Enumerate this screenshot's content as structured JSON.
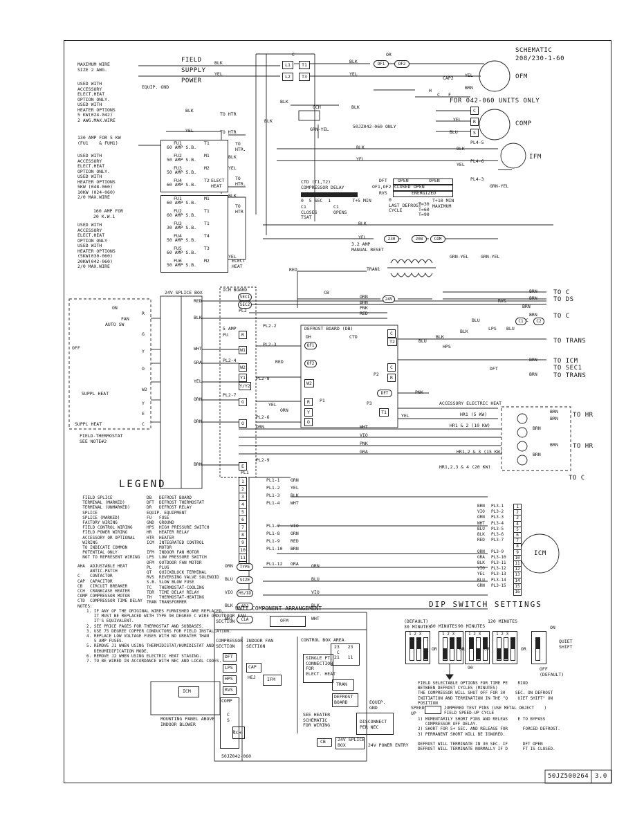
{
  "title_block": {
    "schematic_title": "SCHEMATIC",
    "schematic_sub": "208/230-1-60",
    "drawing_number": "50JZ500264",
    "revision": "3.0"
  },
  "field_supply": {
    "max_wire": "MAXIMUM WIRE\nSIZE 2 AWG.",
    "field": "FIELD",
    "supply": "SUPPLY",
    "power": "POWER",
    "blk": "BLK",
    "yel": "YEL",
    "equip_gnd": "EQUIP. GND",
    "elect_heat_note": "USED WITH\nACCESSORY\nELECT.HEAT\nOPTION ONLY.\nUSED WITH\nHEATER OPTIONS\n5 KW(024-042)\n2 AWG.MAX.WIRE",
    "to_htr_1": "TO HTR",
    "to_htr_2": "TO HTR",
    "amp_130": "130 AMP FOR 5 KW\n(FU1    & FUM1)"
  },
  "fuse_groups": [
    {
      "rows": [
        {
          "id": "FU1",
          "term": "T1",
          "rating": "60 AMP S.B."
        },
        {
          "id": "FU2",
          "term": "M1",
          "rating": "50 AMP S.B."
        },
        {
          "id": "FU3",
          "term": "M2",
          "rating": "50 AMP S.B."
        },
        {
          "id": "FU4",
          "term": "T2",
          "rating": "60 AMP S.B."
        }
      ],
      "to_htr": "TO\nHTR.",
      "to_htr2": "TO\nHTR.",
      "elect_heat": "ELECT\nHEAT"
    },
    {
      "rows": [
        {
          "id": "FU1",
          "term": "M1",
          "rating": "60 AMP S.B."
        },
        {
          "id": "FU2",
          "term": "T1",
          "rating": "60 AMP S.B."
        },
        {
          "id": "FU3",
          "term": "T1",
          "rating": "30 AMP S.B."
        },
        {
          "id": "FU4",
          "term": "T4",
          "rating": "50 AMP S.B."
        },
        {
          "id": "FU5",
          "term": "T3",
          "rating": "60 AMP S.B."
        },
        {
          "id": "FU6",
          "term": "M2",
          "rating": "50 AMP S.B."
        }
      ],
      "to_htr": "TO\nHTR",
      "elect_heat": "ELECT\nHEAT"
    }
  ],
  "left_notes": {
    "accessory_note": "USED WITH\nACCESSORY\nELECT.HEAT\nOPTION ONLY.\nUSED WITH\nHEATER OPTIONS\n5KW (048-060)\n10KW (024-060)\n2/0 MAX.WIRE",
    "amp_160": "160 AMP FOR\n20 K.W.1",
    "accessory_note2": "USED WITH\nACCESSORY\nELECT.HEAT\nOPTION ONLY\nUSED WITH\nHEATER OPTIONS\n(5KW(030-060)\n20KW(042-060)\n2/0 MAX.WIRE"
  },
  "top_right": {
    "c_label": "C",
    "l1": "L1",
    "l2": "L2",
    "t1": "T1",
    "t3": "T3",
    "or_label": "OR",
    "of1": "OF1",
    "of2": "OF2",
    "blk": "BLK",
    "yel": "YEL",
    "cap2": "CAP2",
    "yel2": "YEL",
    "brn": "BRN",
    "ofm": "OFM",
    "h": "H",
    "c": "C",
    "f": "F",
    "for_units": "FOR 042-060 UNITS ONLY",
    "comp": "COMP",
    "blu": "BLU",
    "s": "S",
    "r": "R",
    "cch": "CCH",
    "grn_yel": "GRN-YEL",
    "cch_note": "50JZ042-060 ONLY",
    "pl4_5": "PL4-5",
    "pl4_6": "PL4-6",
    "pl4_3": "PL4-3",
    "ifm": "IFM",
    "grn_yel2": "GRN-YEL"
  },
  "timers": {
    "ctd_title": "CTD (T1,T2)\nCOMPRESSOR DELAY",
    "ctd_scale": "0  5 SEC  1        T+5 MIN",
    "ctd_labels": "C1          C1\nCLOSES      OPENS\nTSAT",
    "dft": "DFT",
    "of1_of2": "OF1,OF2",
    "rvs": "RVS",
    "open": "OPEN",
    "closed": "CLOSED",
    "energized": "ENERGIZED",
    "last_defrost": "0\nLAST DEFROST\nCYCLE",
    "t_labels": "T=30\nT=60\nT=90",
    "t_max": "T+10 MIN\nMAXIMUM"
  },
  "transformer": {
    "amp_reset": "3.2 AMP\nMANUAL RESET",
    "tran1": "TRAN1",
    "t230": "230",
    "t208": "208",
    "com": "COM",
    "t24v": "24V",
    "red": "RED",
    "orn": "ORN",
    "cb": "CB",
    "grn_yel_a": "GRN-YEL",
    "grn_yel_b": "GRN-YEL"
  },
  "right_labels": [
    "TO C",
    "TO DS",
    "TO C",
    "TO TRANS",
    "TO ICM",
    "TO SEC1",
    "TO TRANS"
  ],
  "thermostat": {
    "label": "FIELD-THERMOSTAT\nSEE NOTE#2",
    "fan": "FAN",
    "auto_sw": "AUTO SW",
    "on": "ON",
    "off": "OFF",
    "suppl_heat": "SUPPL HEAT",
    "splice_box": "24V SPLICE BOX",
    "terms": [
      "R",
      "G",
      "Y",
      "O",
      "W2",
      "Y",
      "E",
      "C"
    ]
  },
  "icm_board": {
    "title": "ICM BOARD",
    "amp5": "5 AMP",
    "fu": "FU",
    "terms": [
      "SEC1",
      "SEC2",
      "R",
      "W1",
      "W2",
      "Y1",
      "Y/Y2",
      "G",
      "O",
      "E"
    ],
    "pl_labels": [
      "PL2",
      "PL2-2",
      "PL2-3",
      "PL2-4",
      "PL2-8",
      "PL2-7",
      "PL2-6",
      "PL2-9"
    ]
  },
  "defrost_board": {
    "title": "DEFROST BOARD (DB)",
    "dh": "DH",
    "ctd": "CTD",
    "of1": "OF1",
    "of2": "OF2",
    "p1": "P1",
    "p2": "P2",
    "p3": "P3",
    "dft": "DFT",
    "terms": [
      "C",
      "T2",
      "T1",
      "C",
      "R",
      "W2",
      "Y",
      "O",
      "R"
    ]
  },
  "sensors": {
    "rvs": "RVS",
    "brn": "BRN",
    "blu": "BLU",
    "lps": "LPS",
    "hps": "HPS",
    "blk": "BLK",
    "c1": "C1",
    "c2": "C2",
    "c": "C",
    "dft": "DFT",
    "pnk": "PNK"
  },
  "heaters": {
    "title": "ACCESSORY ELECTRIC HEAT",
    "hr1": "HR1 (5 KW)",
    "hr12": "HR1 & 2 (10 KW)",
    "hr123": "HR1,2 & 3 (15 KW)",
    "hr1234": "HR1,2,3 & 4 (20 KW)",
    "to_hr": "TO HR",
    "brn": "BRN",
    "to_c": "TO C"
  },
  "wire_colors": {
    "wht": "WHT",
    "vio": "VIO",
    "pnk": "PNK",
    "gra": "GRA",
    "red": "RED",
    "yel": "YEL",
    "orn": "ORN",
    "brn": "BRN",
    "blk": "BLK",
    "blu": "BLU",
    "grn": "GRN"
  },
  "pl1": {
    "title": "PL1",
    "rows": [
      {
        "pin": "1",
        "from": "PL1-1",
        "color": "GRN"
      },
      {
        "pin": "2",
        "from": "PL1-2",
        "color": "YEL"
      },
      {
        "pin": "3",
        "from": "PL1-3",
        "color": "BLK"
      },
      {
        "pin": "4",
        "from": "PL1-4",
        "color": "WHT"
      },
      {
        "pin": "5",
        "from": "",
        "color": ""
      },
      {
        "pin": "6",
        "from": "",
        "color": ""
      },
      {
        "pin": "7",
        "from": "PL1-7",
        "color": "VIO"
      },
      {
        "pin": "8",
        "from": "PL1-8",
        "color": "ORN"
      },
      {
        "pin": "9",
        "from": "PL1-9",
        "color": "RED"
      },
      {
        "pin": "10",
        "from": "PL1-10",
        "color": "BRN"
      },
      {
        "pin": "11",
        "from": "",
        "color": ""
      },
      {
        "pin": "12",
        "from": "PL1-12",
        "color": "GRA"
      }
    ]
  },
  "pl3": {
    "rows": [
      {
        "color": "BRN",
        "pl": "PL3-1",
        "pin": "1"
      },
      {
        "color": "VIO",
        "pl": "PL3-2",
        "pin": "2"
      },
      {
        "color": "ORN",
        "pl": "PL3-3",
        "pin": "3"
      },
      {
        "color": "WHT",
        "pl": "PL3-4",
        "pin": "4"
      },
      {
        "color": "BLU",
        "pl": "PL3-5",
        "pin": "5"
      },
      {
        "color": "BLK",
        "pl": "PL3-6",
        "pin": "6"
      },
      {
        "color": "RED",
        "pl": "PL3-7",
        "pin": "7"
      },
      {
        "color": "",
        "pl": "",
        "pin": "8"
      },
      {
        "color": "ORN",
        "pl": "PL3-9",
        "pin": "9"
      },
      {
        "color": "GRA",
        "pl": "PL3-10",
        "pin": "10"
      },
      {
        "color": "BLK",
        "pl": "PL3-11",
        "pin": "11"
      },
      {
        "color": "VIO",
        "pl": "PL3-12",
        "pin": "12"
      },
      {
        "color": "YEL",
        "pl": "PL3-13",
        "pin": "13"
      },
      {
        "color": "BLU",
        "pl": "PL3-14",
        "pin": "14"
      },
      {
        "color": "GRN",
        "pl": "PL3-15",
        "pin": "15"
      },
      {
        "color": "",
        "pl": "",
        "pin": "16"
      }
    ],
    "icm": "ICM"
  },
  "capsules": [
    {
      "label": "TYPE",
      "color": "ORN"
    },
    {
      "label": "SIZE",
      "color": "BLU"
    },
    {
      "label": "HS/ID",
      "color": "VIO"
    },
    {
      "label": "ADJ",
      "color": "BLK"
    },
    {
      "label": "CLA",
      "color": "WHT"
    }
  ],
  "legend": {
    "title": "LEGEND",
    "symbols": "  FIELD SPLICE\n  TERMINAL (MARKED)\n  TERMINAL (UNMARKED)\n  SPLICE\n  SPLICE (MARKED)\n  FACTORY WIRING\n  FIELD CONTROL WIRING\n  FIELD POWER WIRING\n  ACCESSORY OR OPTIONAL\n  WIRING\n  TO INDICATE COMMON\n  POTENTIAL ONLY\n  NOT TO REPRESENT WIRING",
    "col1": "AHA  ADJUSTABLE HEAT\n     ANTIC.PATCH\nC    CONTACTOR\nCAP  CAPACITOR\nCB   CIRCUIT BREAKER\nCCH  CRANKCASE HEATER\nCOMP COMPRESSOR MOTOR\nCTD  COMPRESSOR TIME DELAY",
    "col2": "DB   DEFROST BOARD\nDFT  DEFROST THERMOSTAT\nDR   DEFROST RELAY\nEQUIP. EQUIPMENT\nFU   FUSE\nGND  GROUND\nHPS  HIGH PRESSURE SWITCH\nHR   HEATER RELAY\nHTR  HEATER\nICM  INTEGRATED CONTROL\n     MOTOR\nIFM  INDOOR FAN MOTOR\nLPS  LOW PRESSURE SWITCH\nOFM  OUTDOOR FAN MOTOR\nPL   PLUG\nQT   QUICKBLOCK TERMINAL\nRVS  REVERSING VALVE SOLENOID\nS.B. SLOW BLOW FUSE\nTC   THERMOSTAT-COOLING\nTDR  TIME DELAY RELAY\nTH   THERMOSTAT-HEATING\nTRAN TRANSFORMER"
  },
  "notes": {
    "title": "NOTES:",
    "body": "1. IF ANY OF THE ORIGINAL WIRES FURNISHED ARE REPLACED,\n   IT MUST BE REPLACED WITH TYPE 90 DEGREE C WIRE OR\n   IT'S EQUIVALENT.\n2. SEE PRICE PAGES FOR THERMOSTAT AND SUBBASES.\n3. USE 75 DEGREE COPPER CONDUCTORS FOR FIELD INSTALLATION.\n4. REPLACE LOW VOLTAGE FUSES WITH NO GREATER THAN\n   5 AMP FUSES.\n5. REMOVE J1 WHEN USING THERMIDISTAT/HUMIDISTAT AND\n   DEHUMIDIFICATION MODE.\n6. REMOVE J2 WHEN USING ELECTRIC HEAT STAGING.\n7. TO BE WIRED IN ACCORDANCE WITH NEC AND LOCAL CODES."
  },
  "unit_arrangement": {
    "title": "UNIT COMPONENT ARRANGEMENT",
    "outdoor_fan": "OUTDOOR FAN\nSECTION",
    "ofm": "OFM",
    "compressor": "COMPRESSOR\nSECTION",
    "indoor_fan": "INDOOR FAN\nSECTION",
    "control_box": "CONTROL BOX AREA",
    "dft": "DFT",
    "lps": "LPS",
    "hps": "HPS",
    "rvs": "RVS",
    "cap": "CAP",
    "hej": "HEJ",
    "ifm": "IFM",
    "comp": "COMP",
    "cs": "C\nS",
    "r": "R",
    "cch": "CCH",
    "single_pt": "SINGLE PT.\nCONNECTION\nFOR\nELECT. HEAT",
    "tran": "TRAN",
    "defrost_board": "DEFROST\nBOARD",
    "see_heater": "SEE HEATER\nSCHEMATIC\nFOR WIRING",
    "equip_gnd": "EQUIP.\nGND",
    "disconnect": "DISCONNECT\nPER NEC",
    "cb": "CB",
    "splice_box": "24V SPLICE\nBOX",
    "power_entry": "24V POWER ENTRY",
    "cch_note": "50JZ042-060",
    "icm": "ICM",
    "mounting": "MOUNTING PANEL ABOVE\nINDOOR BLOWER",
    "terms": "23   23\n C\n21   11"
  },
  "dip": {
    "title": "DIP SWITCH SETTINGS",
    "default": "(DEFAULT)\n30 MINUTES",
    "m60": "60 MINUTES",
    "m90": "90 MINUTES",
    "m120": "120 MINUTES",
    "nums": "1 2 3",
    "or1": "OR",
    "or2": "OR",
    "or3": "OR",
    "or4": "OR",
    "ninety": "90",
    "on": "ON",
    "quiet": "QUIET\nSHIFT",
    "off_default": "OFF\n(DEFAULT)",
    "field_select": "FIELD SELECTABLE OPTIONS FOR TIME PE    RIOD\nBETWEEN DEFROST CYCLES (MINUTES)\nTHE COMPRESSOR WILL SHUT OFF FOR 30    SEC. ON DEFROST\nINITIATION AND TERMINATION IN THE \"Q    UIET SHIFT\" ON\nPOSITION",
    "speed_up": "SPEED\nUP",
    "jumpered": "JUMPERED TEST PINS (USE METAL OBJECT    )\nFIELD SPEED-UP CYCLE",
    "instructions": "1) MOMENTARILY SHORT PINS AND RELEAS    E TO BYPASS\n   COMPRESSOR OFF DELAY.\n2) SHORT FOR 5+ SEC. AND RELEASE FOR      FORCED DEFROST.\n3) PERMANENT SHORT WILL BE IGNORED.",
    "terminate": "DEFROST WILL TERMINATE IN 30 SEC. IF      DFT OPEN\nDEFROST WILL TERMINATE NORMALLY IF D      FT IS CLOSED."
  }
}
